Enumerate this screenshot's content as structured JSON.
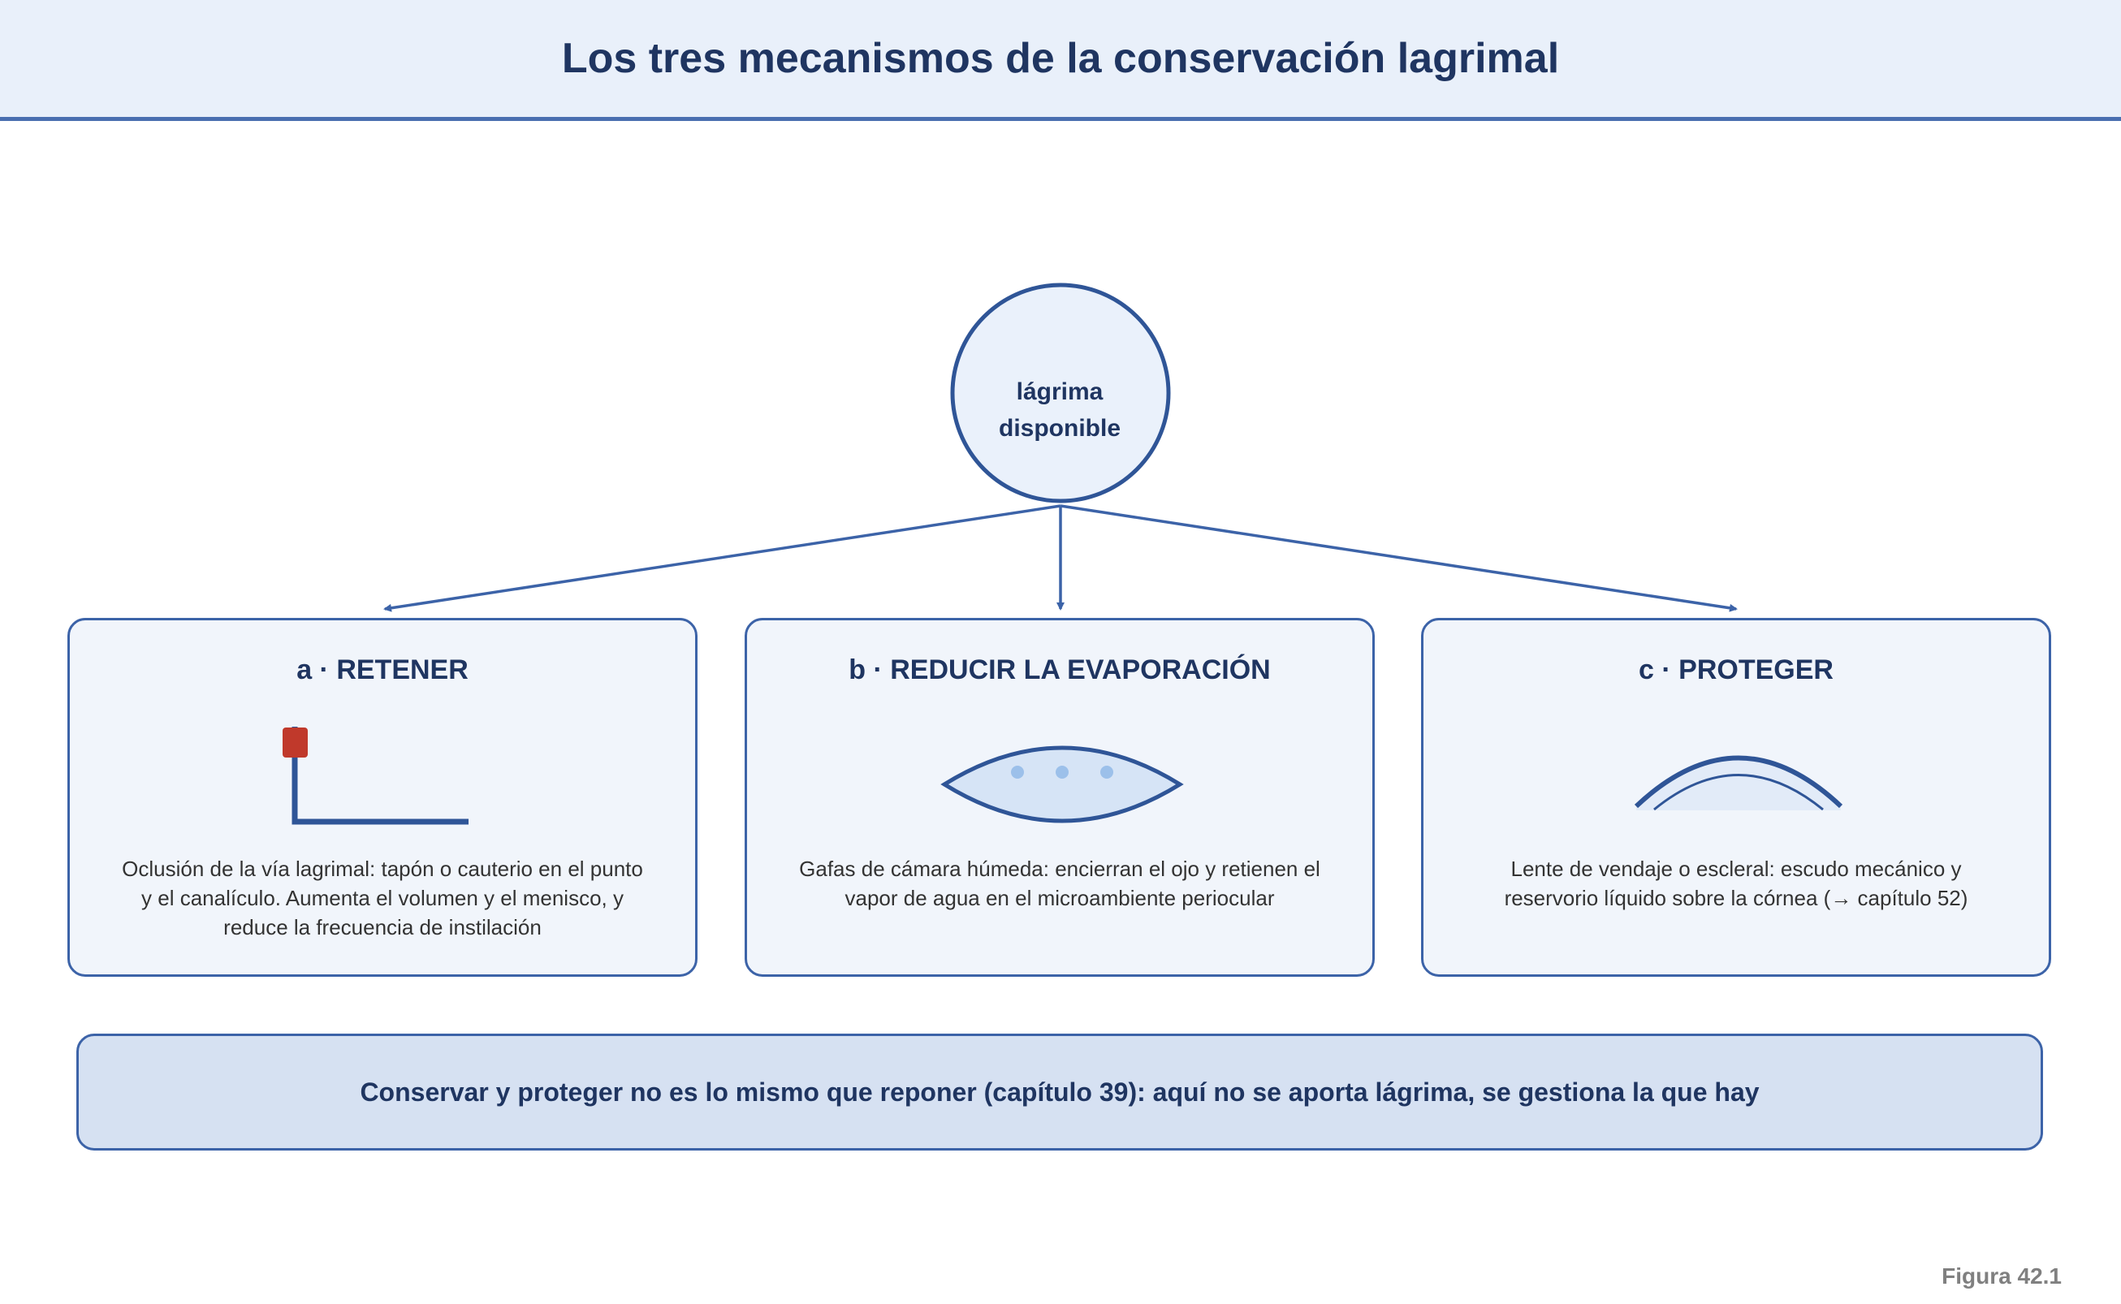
{
  "title": "Los tres mecanismos de la conservación lagrimal",
  "center_node": {
    "line1": "lágrima",
    "line2": "disponible"
  },
  "cards": [
    {
      "title": "a · RETENER",
      "icon": "punctal-plug-icon",
      "text": "Oclusión de la vía lagrimal: tapón o cauterio en el punto y el canalículo. Aumenta el volumen y el menisco, y reduce la frecuencia de instilación"
    },
    {
      "title": "b · REDUCIR LA EVAPORACIÓN",
      "icon": "moisture-chamber-icon",
      "text": "Gafas de cámara húmeda: encierran el ojo y retienen el vapor de agua en el microambiente periocular"
    },
    {
      "title": "c · PROTEGER",
      "icon": "bandage-lens-icon",
      "text": "Lente de vendaje o escleral: escudo mecánico y reservorio líquido sobre la córnea (→ capítulo 52)"
    }
  ],
  "footer": "Conservar y proteger no es lo mismo que reponer (capítulo 39): aquí no se aporta lágrima, se gestiona la que hay",
  "figure_label": "Figura 42.1",
  "colors": {
    "primary": "#3c63a8",
    "title_text": "#1f3561",
    "card_bg": "#f1f5fb",
    "plug": "#c0392b",
    "drops": "#9cc0ea"
  }
}
